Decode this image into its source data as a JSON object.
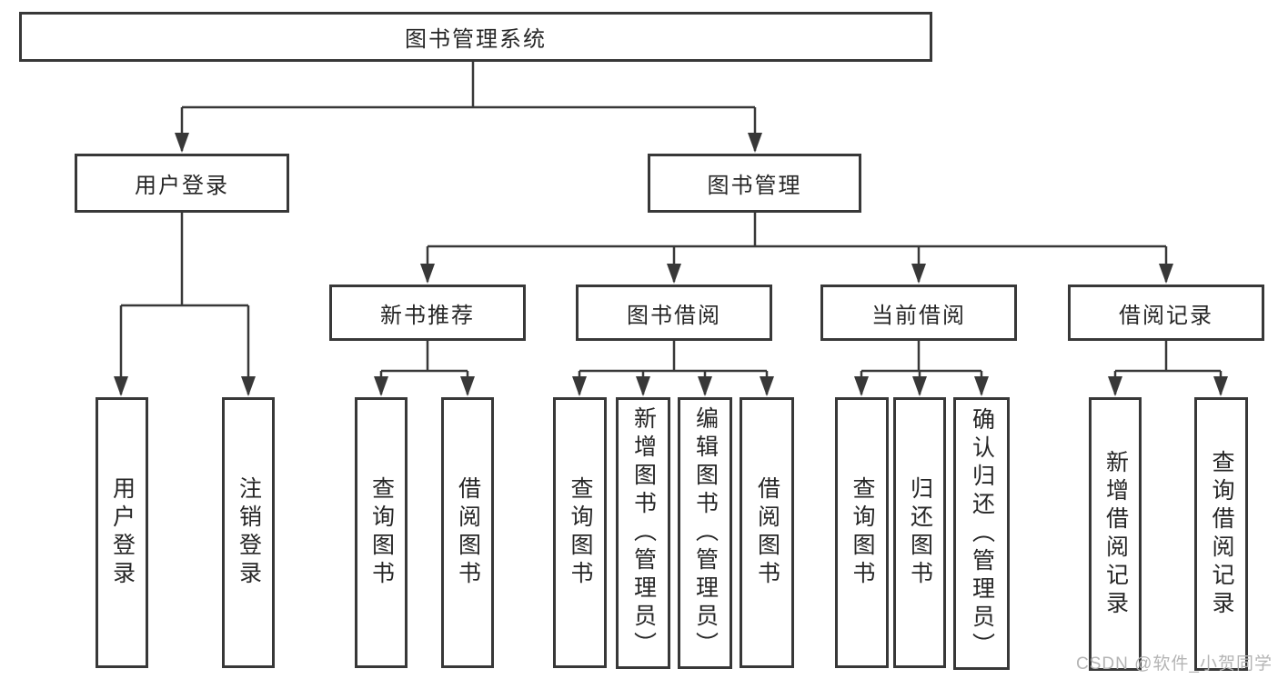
{
  "tree": {
    "label": "图书管理系统",
    "children": [
      {
        "label": "用户登录",
        "children": [
          {
            "label": "用户登录"
          },
          {
            "label": "注销登录"
          }
        ]
      },
      {
        "label": "图书管理",
        "children": [
          {
            "label": "新书推荐",
            "children": [
              {
                "label": "查询图书"
              },
              {
                "label": "借阅图书"
              }
            ]
          },
          {
            "label": "图书借阅",
            "children": [
              {
                "label": "查询图书"
              },
              {
                "label": "新增图书（管理员）"
              },
              {
                "label": "编辑图书（管理员）"
              },
              {
                "label": "借阅图书"
              }
            ]
          },
          {
            "label": "当前借阅",
            "children": [
              {
                "label": "查询图书"
              },
              {
                "label": "归还图书"
              },
              {
                "label": "确认归还（管理员）"
              }
            ]
          },
          {
            "label": "借阅记录",
            "children": [
              {
                "label": "新增借阅记录"
              },
              {
                "label": "查询借阅记录"
              }
            ]
          }
        ]
      }
    ]
  },
  "watermark": {
    "text": "CSDN @软件_小贺同学"
  },
  "colors": {
    "line": "#383838",
    "box_border": "#383838",
    "text": "#262626",
    "watermark": "#b4b4b4",
    "background": "#ffffff"
  }
}
